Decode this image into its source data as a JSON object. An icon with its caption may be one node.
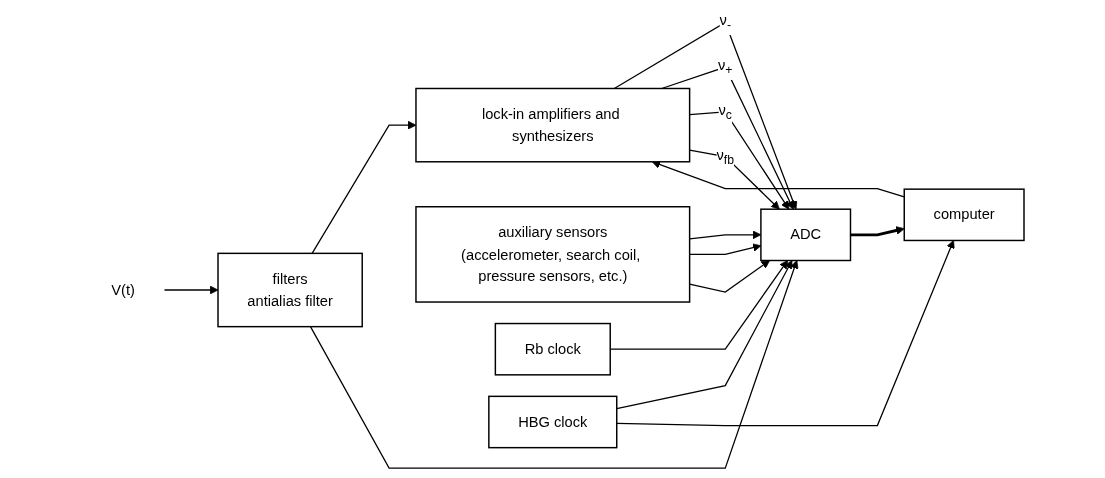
{
  "diagram": {
    "nodes": [
      {
        "text": [
          "V(t)"
        ]
      },
      {
        "text": [
          "filters",
          "antialias filter"
        ]
      },
      {
        "text": [
          "lock-in amplifiers and synthesizers"
        ]
      },
      {
        "text": [
          "ADC"
        ]
      },
      {
        "text": [
          "computer"
        ]
      },
      {
        "text": [
          "auxiliary sensors",
          "(accelerometer, search coil, pressure sensors, etc.)"
        ]
      },
      {
        "text": [
          "Rb clock"
        ]
      },
      {
        "text": [
          "HBG clock"
        ]
      }
    ],
    "edges": [
      {
        "from": 0,
        "to": 1,
        "arrow": "to"
      },
      {
        "from": 1,
        "to": 2,
        "arrow": "to"
      },
      {
        "from": 2,
        "to": 3,
        "arrow": "to",
        "label": "ν$_{-}$"
      },
      {
        "from": 2,
        "to": 3,
        "arrow": "to",
        "label": "ν$_{+}$"
      },
      {
        "from": 2,
        "to": 3,
        "arrow": "to",
        "label": "ν$_{c}$"
      },
      {
        "from": 2,
        "to": 3,
        "arrow": "to",
        "label": "ν$_{fb}$"
      },
      {
        "from": 3,
        "to": 4,
        "arrow": "to",
        "style": "thick"
      },
      {
        "from": 4,
        "to": 2,
        "arrow": "to"
      },
      {
        "from": 1,
        "to": 3,
        "arrow": "to"
      },
      {
        "from": 5,
        "to": 3,
        "arrow": "to"
      },
      {
        "from": 5,
        "to": 3,
        "arrow": "to"
      },
      {
        "from": 5,
        "to": 3,
        "arrow": "to"
      },
      {
        "from": 7,
        "to": 3,
        "arrow": "to"
      },
      {
        "from": 7,
        "to": 4,
        "arrow": "to"
      },
      {
        "from": 6,
        "to": 3,
        "arrow": "to"
      }
    ]
  }
}
